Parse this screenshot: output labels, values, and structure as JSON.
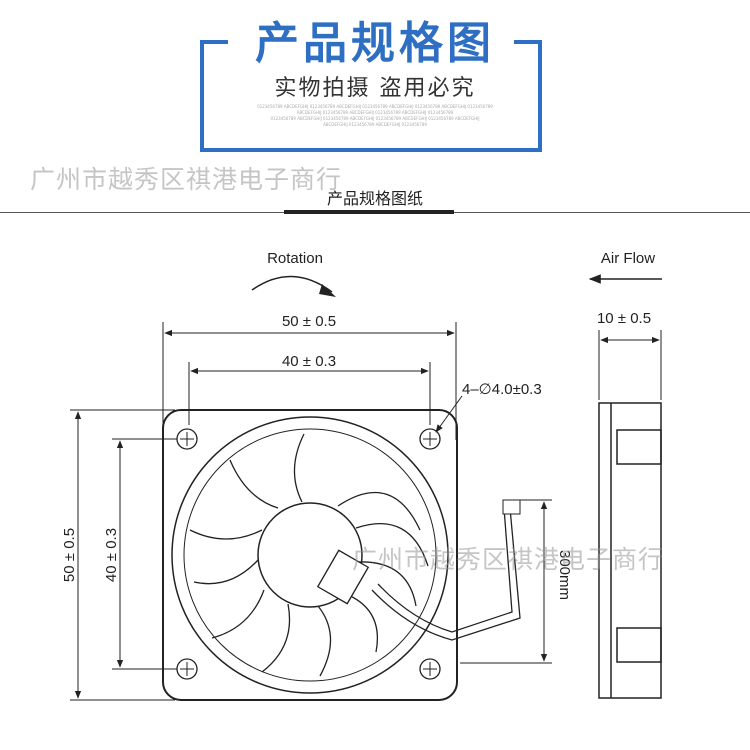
{
  "header": {
    "title": "产品规格图",
    "subtitle": "实物拍摄 盗用必究",
    "fine_print": [
      "0123456789 ABCDEFGHIJ 0123456789 ABCDEFGHIJ 0123456789 ABCDEFGHIJ 0123456789 ABCDEFGHIJ 0123456789",
      "ABCDEFGHIJ 0123456789 ABCDEFGHIJ 0123456789 ABCDEFGHIJ 0123456789",
      "0123456789 ABCDEFGHIJ 0123456789 ABCDEFGHIJ 0123456789 ABCDEFGHIJ 0123456789 ABCDEFGHIJ",
      "ABCDEFGHIJ 0123456789 ABCDEFGHIJ 0123456789"
    ]
  },
  "watermark": "广州市越秀区祺港电子商行",
  "section_label": "产品规格图纸",
  "drawing": {
    "rotation_label": "Rotation",
    "airflow_label": "Air Flow",
    "width_outer": "50 ± 0.5",
    "width_inner": "40 ± 0.3",
    "height_outer": "50 ± 0.5",
    "height_inner": "40 ± 0.3",
    "hole_spec": "4–∅4.0±0.3",
    "cable_length": "300mm",
    "thickness": "10 ± 0.5"
  },
  "colors": {
    "accent": "#2f6fc3",
    "line": "#222222"
  }
}
